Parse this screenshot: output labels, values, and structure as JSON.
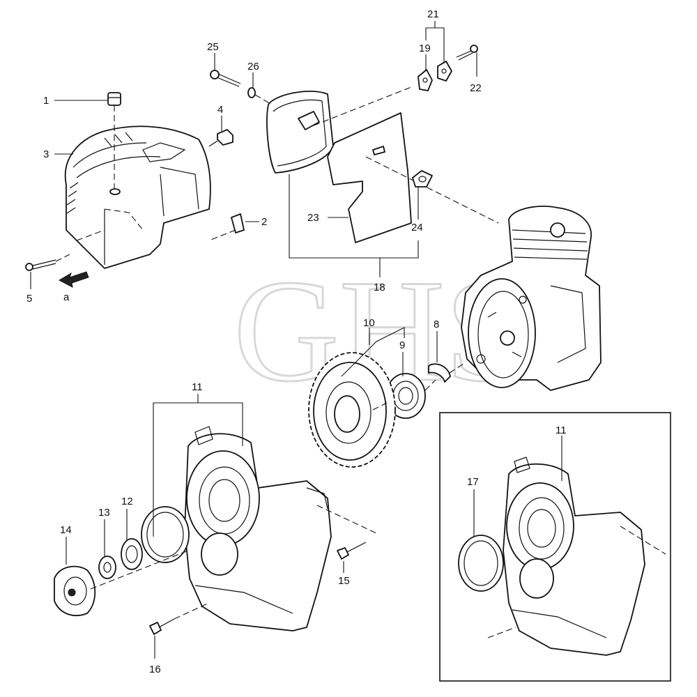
{
  "watermark": "GHS",
  "labels": {
    "p1": "1",
    "p2": "2",
    "p3": "3",
    "p4": "4",
    "p5": "5",
    "a": "a",
    "p8": "8",
    "p9": "9",
    "p10": "10",
    "p11": "11",
    "p11b": "11",
    "p12": "12",
    "p13": "13",
    "p14": "14",
    "p15": "15",
    "p16": "16",
    "p17": "17",
    "p18": "18",
    "p19": "19",
    "p21": "21",
    "p22": "22",
    "p23": "23",
    "p24": "24",
    "p25": "25",
    "p26": "26"
  }
}
